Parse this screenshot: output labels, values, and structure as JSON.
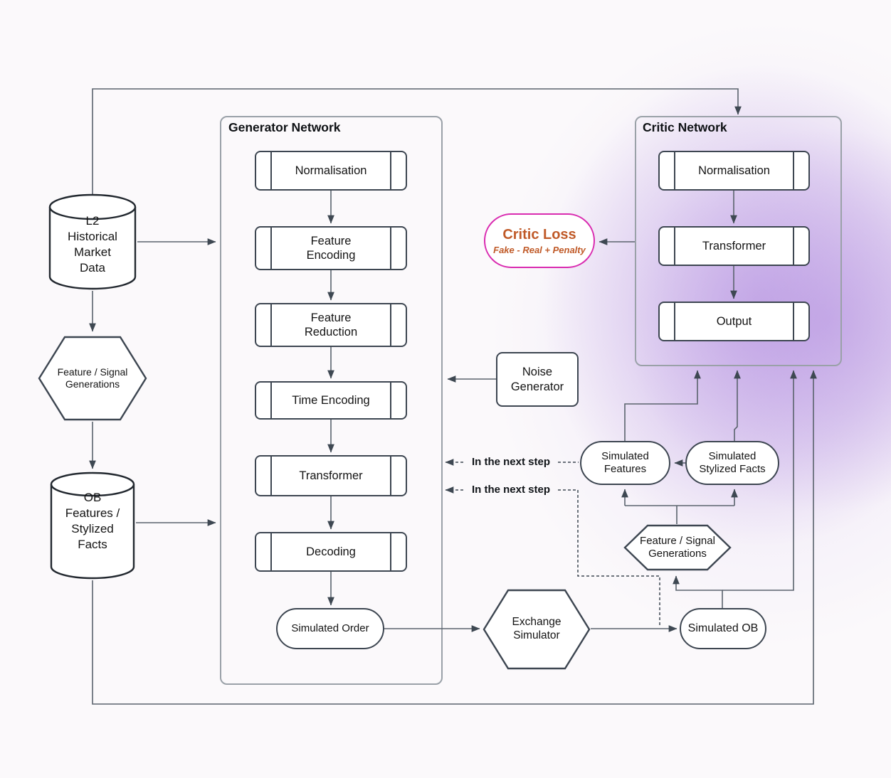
{
  "generator": {
    "title": "Generator Network",
    "steps": [
      "Normalisation",
      "Feature\nEncoding",
      "Feature\nReduction",
      "Time Encoding",
      "Transformer",
      "Decoding"
    ],
    "output": "Simulated Order"
  },
  "critic": {
    "title": "Critic Network",
    "steps": [
      "Normalisation",
      "Transformer",
      "Output"
    ]
  },
  "critic_loss": {
    "title": "Critic Loss",
    "formula": "Fake - Real + Penalty"
  },
  "noise_generator": {
    "label": "Noise\nGenerator"
  },
  "left_flow": {
    "l2_data": "L2\nHistorical\nMarket\nData",
    "feature_signal": "Feature / Signal\nGenerations",
    "ob_features": "OB\nFeatures /\nStylized\nFacts"
  },
  "right_flow": {
    "simulated_features": "Simulated\nFeatures",
    "simulated_stylized_facts": "Simulated\nStylized Facts",
    "feature_signal": "Feature / Signal\nGenerations",
    "simulated_ob": "Simulated OB",
    "exchange_simulator": "Exchange\nSimulator"
  },
  "edge_labels": {
    "next_step_1": "In the next step",
    "next_step_2": "In the next step"
  },
  "colors": {
    "background": "#fbf9fb",
    "purple_glow": "#b18ce0",
    "connector_line": "#5a636d",
    "arrowhead": "#3e4852",
    "node_border": "#3d4651",
    "container_border": "#9aa1a8",
    "critic_loss_border": "#d92bb0",
    "critic_loss_text": "#c05a28"
  }
}
